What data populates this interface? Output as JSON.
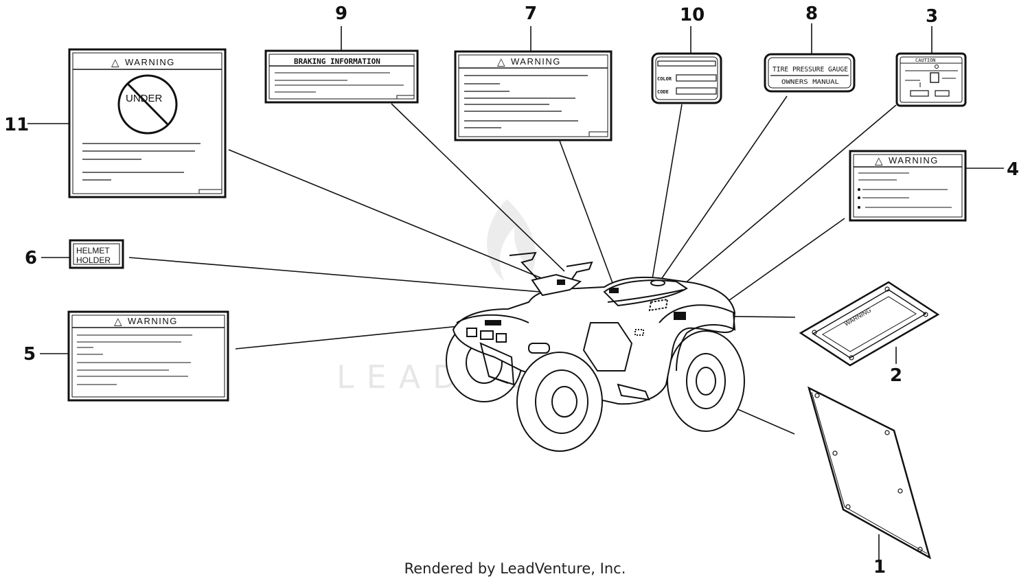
{
  "footer": "Rendered by LeadVenture, Inc.",
  "watermark": "LEADVENTURE",
  "callouts": {
    "n1": "1",
    "n2": "2",
    "n3": "3",
    "n4": "4",
    "n5": "5",
    "n6": "6",
    "n7": "7",
    "n8": "8",
    "n9": "9",
    "n10": "10",
    "n11": "11"
  },
  "labels": {
    "warning": "WARNING",
    "warning_symbol": "△",
    "under": "UNDER",
    "braking": "BRAKING INFORMATION",
    "caution": "CAUTION",
    "color": "COLOR",
    "code": "CODE",
    "tire_pressure": "TIRE PRESSURE GAUGE",
    "owners_manual": "OWNERS MANUAL",
    "helmet": "HELMET",
    "holder": "HOLDER"
  }
}
